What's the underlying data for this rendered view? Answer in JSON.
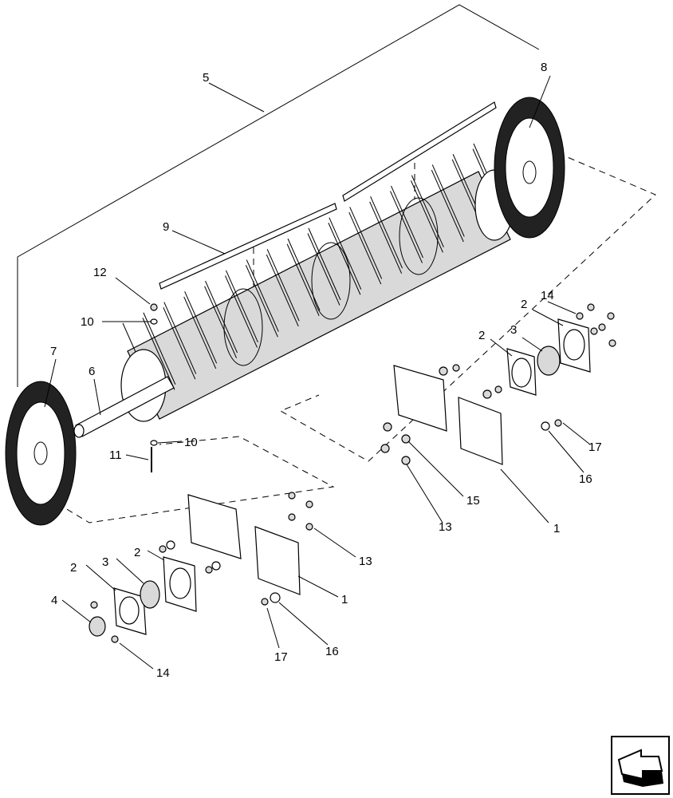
{
  "callouts": {
    "c1a": "1",
    "c1b": "1",
    "c2a": "2",
    "c2b": "2",
    "c2c": "2",
    "c2d": "2",
    "c3a": "3",
    "c3b": "3",
    "c4": "4",
    "c5": "5",
    "c6": "6",
    "c7": "7",
    "c8": "8",
    "c9": "9",
    "c10a": "10",
    "c10b": "10",
    "c11": "11",
    "c12": "12",
    "c13a": "13",
    "c13b": "13",
    "c14a": "14",
    "c14b": "14",
    "c15": "15",
    "c16a": "16",
    "c16b": "16",
    "c17a": "17",
    "c17b": "17"
  },
  "icons": {
    "navigation": "next-page-arrow-icon"
  }
}
